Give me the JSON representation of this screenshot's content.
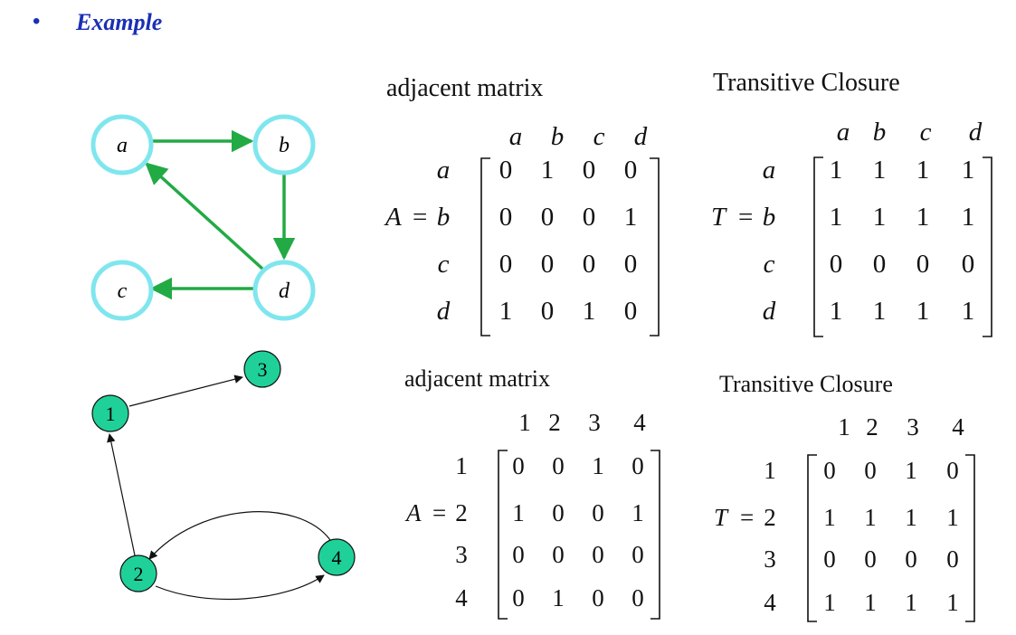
{
  "header": {
    "bullet": "•",
    "title": "Example"
  },
  "graph1": {
    "nodes": [
      "a",
      "b",
      "c",
      "d"
    ],
    "edges": [
      [
        "a",
        "b"
      ],
      [
        "b",
        "d"
      ],
      [
        "d",
        "a"
      ],
      [
        "d",
        "c"
      ]
    ],
    "node_color": "#7fe6ee",
    "edge_color": "#22aa44"
  },
  "graph2": {
    "nodes": [
      "1",
      "2",
      "3",
      "4"
    ],
    "edges": [
      [
        "1",
        "3"
      ],
      [
        "2",
        "1"
      ],
      [
        "2",
        "4"
      ],
      [
        "4",
        "2"
      ]
    ],
    "node_color": "#1fd199"
  },
  "matrices": {
    "adj1": {
      "caption": "adjacent matrix",
      "symbol": "A",
      "eq": "=",
      "col_labels": [
        "a",
        "b",
        "c",
        "d"
      ],
      "row_labels": [
        "a",
        "b",
        "c",
        "d"
      ],
      "rows": [
        [
          "0",
          "1",
          "0",
          "0"
        ],
        [
          "0",
          "0",
          "0",
          "1"
        ],
        [
          "0",
          "0",
          "0",
          "0"
        ],
        [
          "1",
          "0",
          "1",
          "0"
        ]
      ]
    },
    "tc1": {
      "caption": "Transitive Closure",
      "symbol": "T",
      "eq": "=",
      "col_labels": [
        "a",
        "b",
        "c",
        "d"
      ],
      "row_labels": [
        "a",
        "b",
        "c",
        "d"
      ],
      "rows": [
        [
          "1",
          "1",
          "1",
          "1"
        ],
        [
          "1",
          "1",
          "1",
          "1"
        ],
        [
          "0",
          "0",
          "0",
          "0"
        ],
        [
          "1",
          "1",
          "1",
          "1"
        ]
      ]
    },
    "adj2": {
      "caption": "adjacent matrix",
      "symbol": "A",
      "eq": "=",
      "col_labels": [
        "1",
        "2",
        "3",
        "4"
      ],
      "row_labels": [
        "1",
        "2",
        "3",
        "4"
      ],
      "rows": [
        [
          "0",
          "0",
          "1",
          "0"
        ],
        [
          "1",
          "0",
          "0",
          "1"
        ],
        [
          "0",
          "0",
          "0",
          "0"
        ],
        [
          "0",
          "1",
          "0",
          "0"
        ]
      ]
    },
    "tc2": {
      "caption": "Transitive Closure",
      "symbol": "T",
      "eq": "=",
      "col_labels": [
        "1",
        "2",
        "3",
        "4"
      ],
      "row_labels": [
        "1",
        "2",
        "3",
        "4"
      ],
      "rows": [
        [
          "0",
          "0",
          "1",
          "0"
        ],
        [
          "1",
          "1",
          "1",
          "1"
        ],
        [
          "0",
          "0",
          "0",
          "0"
        ],
        [
          "1",
          "1",
          "1",
          "1"
        ]
      ]
    }
  }
}
